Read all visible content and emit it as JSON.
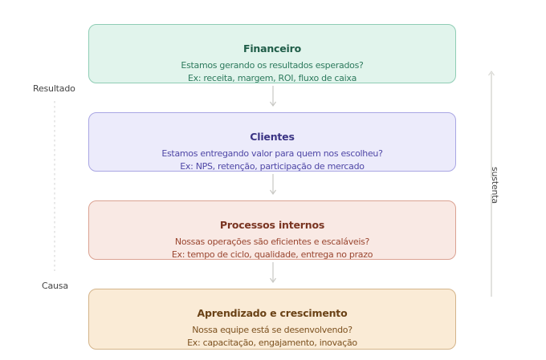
{
  "diagram": {
    "perspectives": [
      {
        "id": "financeiro",
        "title": "Financeiro",
        "question": "Estamos gerando os resultados esperados?",
        "examples": "Ex: receita, margem, ROI, fluxo de caixa",
        "colors": {
          "fill": "#e1f4ec",
          "border": "#8fcdb5",
          "title": "#1f5d48",
          "text": "#2d7a5d"
        }
      },
      {
        "id": "clientes",
        "title": "Clientes",
        "question": "Estamos entregando valor para quem nos escolheu?",
        "examples": "Ex: NPS, retenção, participação de mercado",
        "colors": {
          "fill": "#ecebfb",
          "border": "#a9a6e3",
          "title": "#3b3484",
          "text": "#4f47a6"
        }
      },
      {
        "id": "processos",
        "title": "Processos internos",
        "question": "Nossas operações são eficientes e escaláveis?",
        "examples": "Ex: tempo de ciclo, qualidade, entrega no prazo",
        "colors": {
          "fill": "#f9e9e4",
          "border": "#dba292",
          "title": "#7a3522",
          "text": "#9a4630"
        }
      },
      {
        "id": "aprendizado",
        "title": "Aprendizado e crescimento",
        "question": "Nossa equipe está se desenvolvendo?",
        "examples": "Ex: capacitação, engajamento, inovação",
        "colors": {
          "fill": "#faebd6",
          "border": "#d4b48a",
          "title": "#6a4216",
          "text": "#7d5220"
        }
      }
    ],
    "left_axis": {
      "top_label": "Resultado",
      "bottom_label": "Causa"
    },
    "right_axis": {
      "label": "sustenta"
    },
    "connector_color": "#c8c8c4"
  }
}
